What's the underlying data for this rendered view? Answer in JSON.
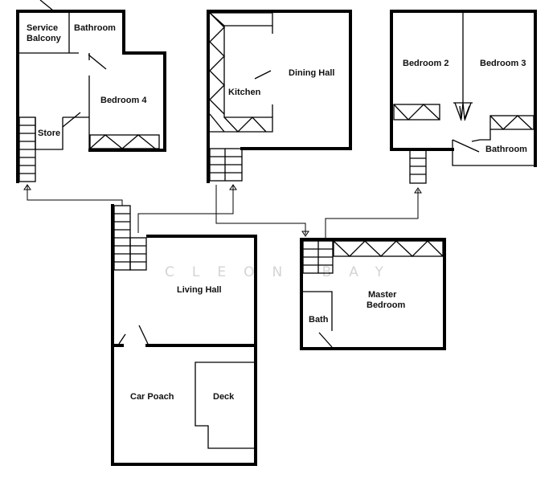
{
  "watermark": "CLEON  BAY",
  "rooms": {
    "service_balcony_line1": "Service",
    "service_balcony_line2": "Balcony",
    "bathroom_top": "Bathroom",
    "bedroom4": "Bedroom 4",
    "store": "Store",
    "kitchen": "Kitchen",
    "dining_hall": "Dining Hall",
    "bedroom2": "Bedroom 2",
    "bedroom3": "Bedroom 3",
    "bathroom_right": "Bathroom",
    "living_hall": "Living Hall",
    "master_bedroom_line1": "Master",
    "master_bedroom_line2": "Bedroom",
    "bath": "Bath",
    "car_poach": "Car Poach",
    "deck": "Deck"
  }
}
